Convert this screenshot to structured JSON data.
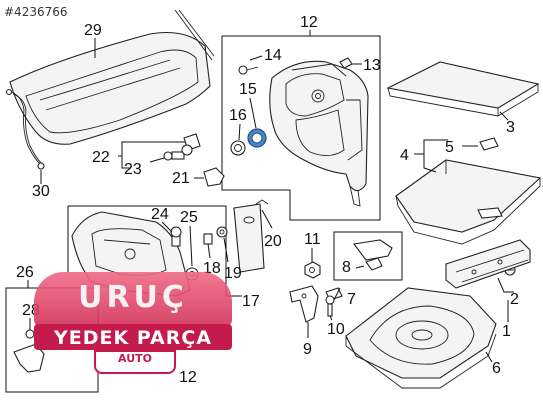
{
  "stock_id": "#4236766",
  "callouts": [
    "29",
    "30",
    "12",
    "14",
    "13",
    "15",
    "16",
    "3",
    "22",
    "23",
    "21",
    "5",
    "4",
    "24",
    "25",
    "20",
    "11",
    "18",
    "19",
    "8",
    "26",
    "28",
    "17",
    "7",
    "2",
    "9",
    "10",
    "1",
    "12",
    "6"
  ],
  "watermark": {
    "brand": "URUÇ",
    "subtitle": "YEDEK PARÇA",
    "tag": "AUTO"
  }
}
